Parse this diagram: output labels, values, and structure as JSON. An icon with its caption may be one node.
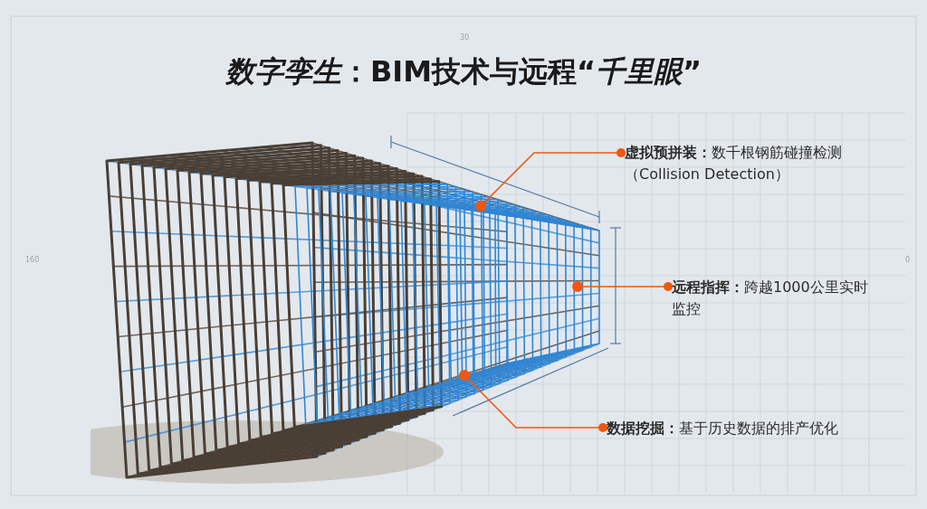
{
  "diagram": {
    "title": "*数字孪生*：BIM技术与远程“*千里眼*”",
    "nodes": [
      {
        "text": [],
        "shape": "picture"
      },
      {
        "text": [
          "**虚拟预拼装：**数千根钢筋碰撞检测（Collision Detection）"
        ]
      },
      {
        "text": [
          "**远程指挥：**跨越1000公里实时监控"
        ]
      },
      {
        "text": [
          "**数据挖掘：**基于历史数据的排产优化"
        ]
      },
      {
        "text": [],
        "shape": "circle",
        "in": 0
      },
      {
        "text": [],
        "shape": "circle",
        "in": 0
      },
      {
        "text": [],
        "shape": "circle",
        "in": 0
      }
    ],
    "edges": [
      {
        "from": 1,
        "to": 4,
        "arrow": "other"
      },
      {
        "from": 2,
        "to": 5,
        "arrow": "other"
      },
      {
        "from": 3,
        "to": 6,
        "arrow": "other"
      }
    ],
    "labels": [
      "30",
      "160",
      "0"
    ]
  }
}
